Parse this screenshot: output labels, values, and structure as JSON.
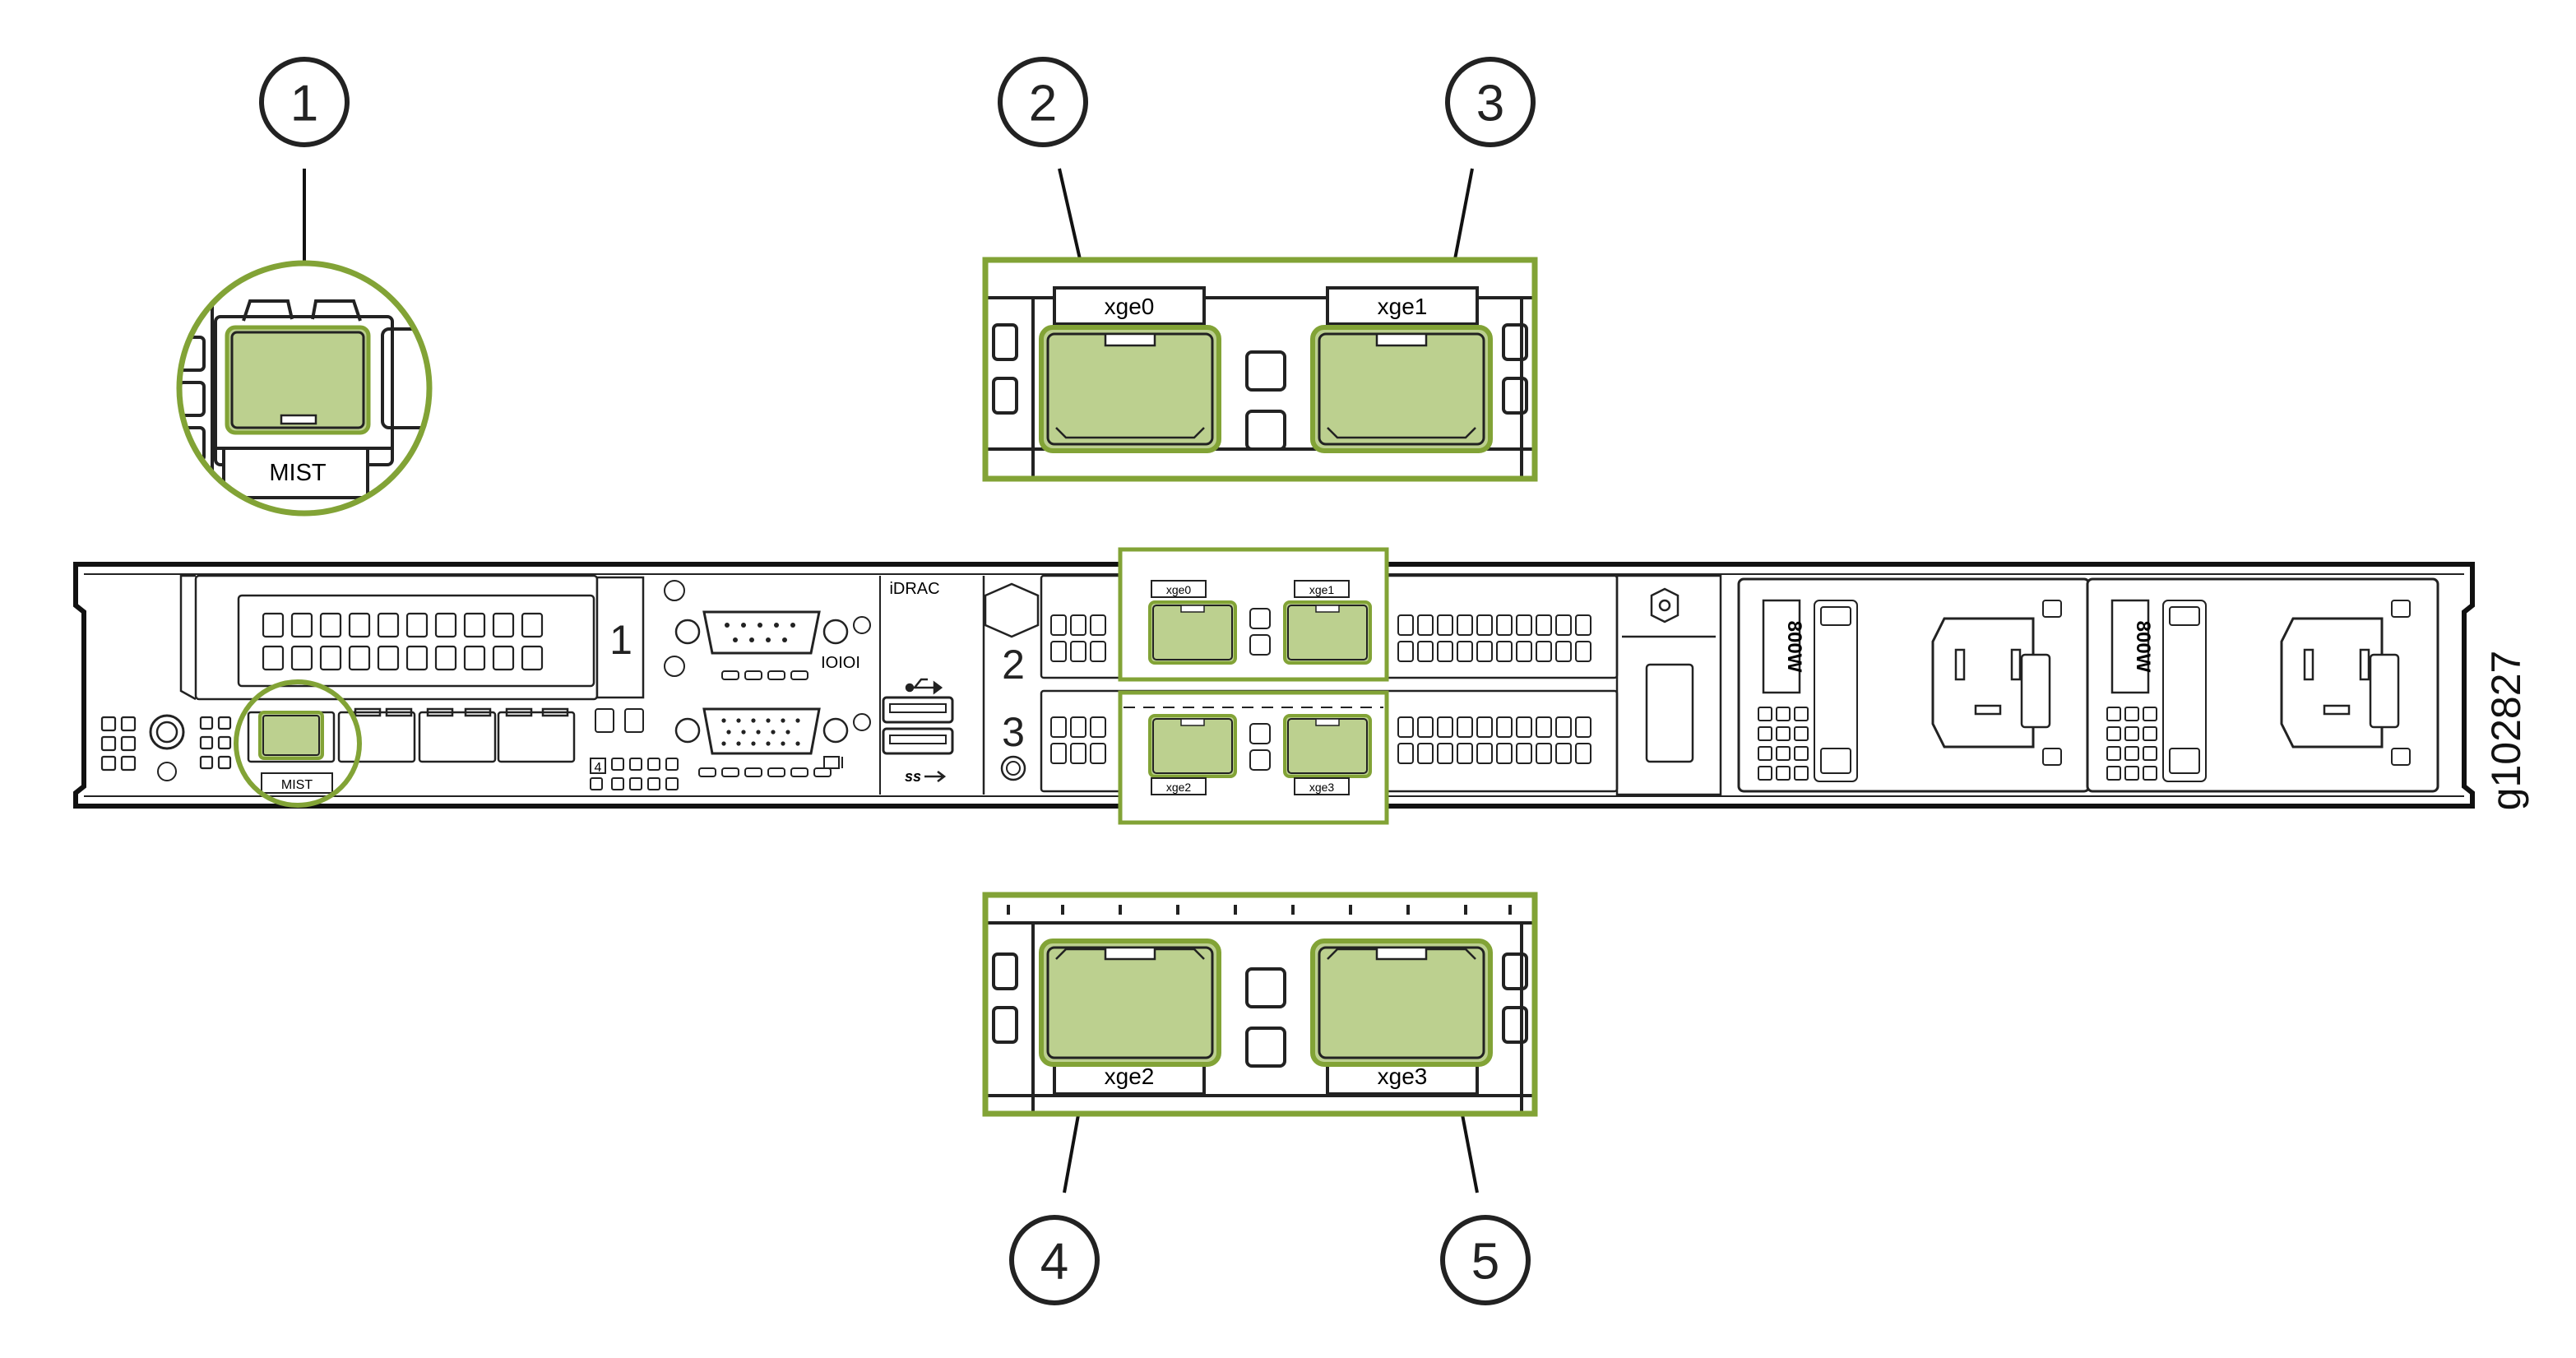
{
  "figure_id": "g102827",
  "colors": {
    "highlight": "#82a336",
    "port_fill": "#bcd08f",
    "outline": "#1a1a1a"
  },
  "callouts": [
    {
      "number": "1",
      "target": "MIST port"
    },
    {
      "number": "2",
      "target": "xge0 port"
    },
    {
      "number": "3",
      "target": "xge1 port"
    },
    {
      "number": "4",
      "target": "xge2 port"
    },
    {
      "number": "5",
      "target": "xge3 port"
    }
  ],
  "ports": {
    "mist": "MIST",
    "xge0": "xge0",
    "xge1": "xge1",
    "xge2": "xge2",
    "xge3": "xge3"
  },
  "chassis": {
    "idrac": "iDRAC",
    "serial_symbol": "IOIOI",
    "slot_1": "1",
    "slot_2": "2",
    "slot_3": "3",
    "slot_4": "4",
    "psu_left_rating": "800W",
    "psu_right_rating": "800W",
    "usb_superspeed": "ss"
  }
}
